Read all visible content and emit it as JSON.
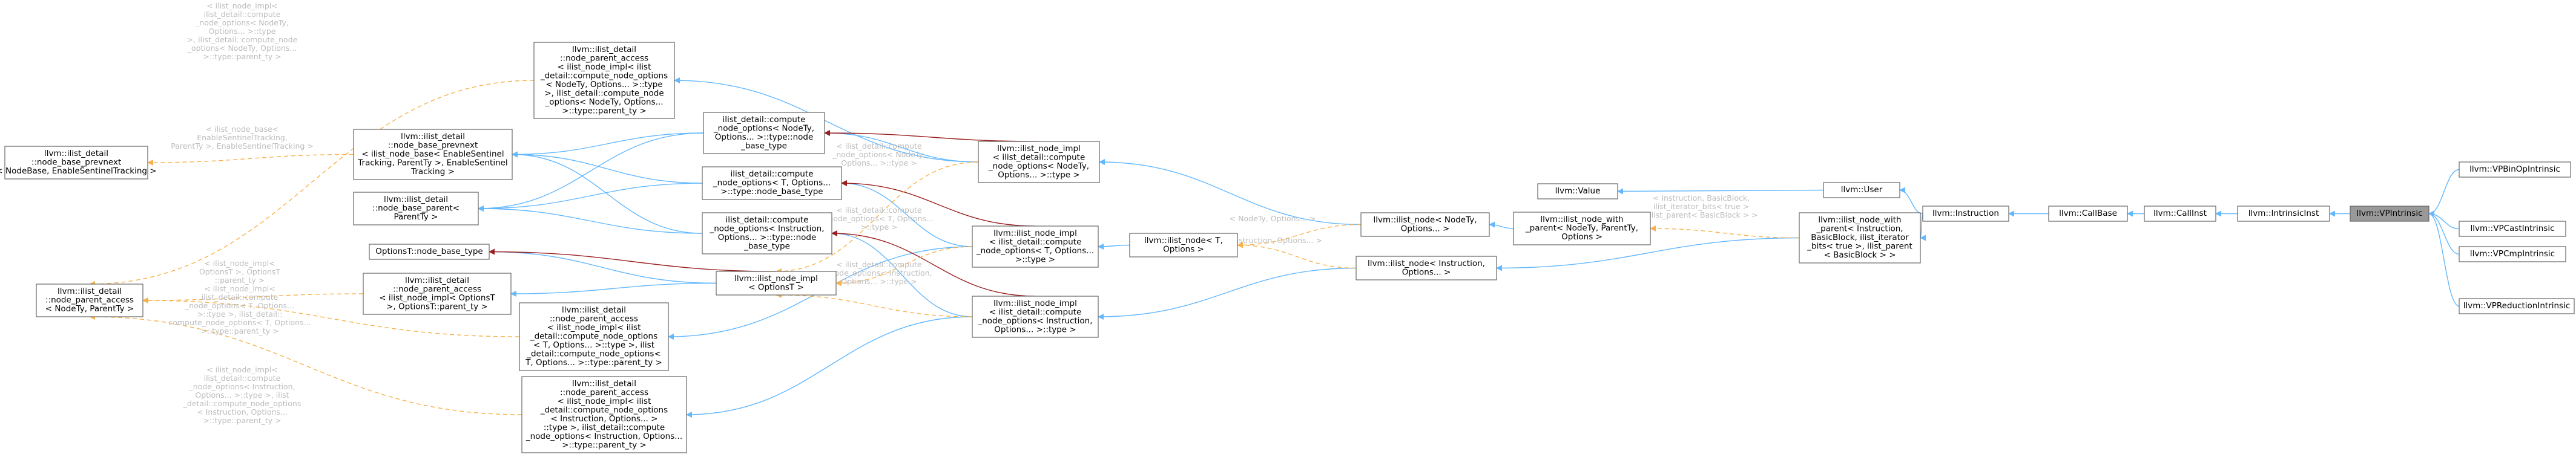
{
  "nodes": {
    "ilist_prevnext": [
      "llvm::ilist_detail",
      "::node_base_prevnext",
      "< NodeBase, EnableSentinelTracking >"
    ],
    "ilist_access": [
      "llvm::ilist_detail",
      "::node_parent_access",
      "< NodeTy, ParentTy >"
    ],
    "node_base_prevnext_full": [
      "llvm::ilist_detail",
      "::node_base_prevnext",
      "< ilist_node_base< EnableSentinel",
      "Tracking, ParentTy >, EnableSentinel",
      "Tracking >"
    ],
    "node_base_parent": [
      "llvm::ilist_detail",
      "::node_base_parent<",
      "ParentTy >"
    ],
    "options_base_type": [
      "OptionsT::node_base_type"
    ],
    "access_optionsT": [
      "llvm::ilist_detail",
      "::node_parent_access",
      "< ilist_node_impl< OptionsT",
      ">, OptionsT::parent_ty >"
    ],
    "access_top": [
      "llvm::ilist_detail",
      "::node_parent_access",
      "< ilist_node_impl< ilist",
      "_detail::compute_node_options",
      "< NodeTy, Options... >::type",
      ">, ilist_detail::compute_node",
      "_options< NodeTy, Options...",
      ">::type::parent_ty >"
    ],
    "access_mid": [
      "llvm::ilist_detail",
      "::node_parent_access",
      "< ilist_node_impl< ilist",
      "_detail::compute_node_options",
      "< T, Options... >::type >, ilist",
      "_detail::compute_node_options<",
      "T, Options... >::type::parent_ty >"
    ],
    "access_bot": [
      "llvm::ilist_detail",
      "::node_parent_access",
      "< ilist_node_impl< ilist",
      "_detail::compute_node_options",
      "< Instruction, Options... >",
      "::type >, ilist_detail::compute",
      "_node_options< Instruction, Options...",
      ">::type::parent_ty >"
    ],
    "compute_nodety": [
      "ilist_detail::compute",
      "_node_options< NodeTy,",
      "Options... >::type::node",
      "_base_type"
    ],
    "compute_T": [
      "ilist_detail::compute",
      "_node_options< T, Options...",
      ">::type::node_base_type"
    ],
    "compute_instr": [
      "ilist_detail::compute",
      "_node_options< Instruction,",
      "Options... >::type::node",
      "_base_type"
    ],
    "node_impl_optionsT": [
      "llvm::ilist_node_impl",
      "< OptionsT >"
    ],
    "node_impl_nodety": [
      "llvm::ilist_node_impl",
      "< ilist_detail::compute",
      "_node_options< NodeTy,",
      "Options... >::type >"
    ],
    "node_impl_T": [
      "llvm::ilist_node_impl",
      "< ilist_detail::compute",
      "_node_options< T, Options...",
      ">::type >"
    ],
    "node_impl_instr": [
      "llvm::ilist_node_impl",
      "< ilist_detail::compute",
      "_node_options< Instruction,",
      "Options... >::type >"
    ],
    "ilist_node_T": [
      "llvm::ilist_node< T,",
      "Options >"
    ],
    "ilist_node_nodety": [
      "llvm::ilist_node< NodeTy,",
      "Options... >"
    ],
    "ilist_node_instr": [
      "llvm::ilist_node< Instruction,",
      "Options... >"
    ],
    "ilist_node_with_parent": [
      "llvm::ilist_node_with",
      "_parent< NodeTy, ParentTy,",
      "Options >"
    ],
    "value": [
      "llvm::Value"
    ],
    "user": [
      "llvm::User"
    ],
    "with_parent_instr": [
      "llvm::ilist_node_with",
      "_parent< Instruction,",
      "BasicBlock, ilist_iterator",
      "_bits< true >, ilist_parent",
      "< BasicBlock > >"
    ],
    "instruction": [
      "llvm::Instruction"
    ],
    "callbase": [
      "llvm::CallBase"
    ],
    "callinst": [
      "llvm::CallInst"
    ],
    "intrinsicinst": [
      "llvm::IntrinsicInst"
    ],
    "vpintrinsic": [
      "llvm::VPIntrinsic"
    ],
    "vpbinop": [
      "llvm::VPBinOpIntrinsic"
    ],
    "vpcast": [
      "llvm::VPCastIntrinsic"
    ],
    "vpcmp": [
      "llvm::VPCmpIntrinsic"
    ],
    "vpreduction": [
      "llvm::VPReductionIntrinsic"
    ]
  },
  "edge_labels": {
    "prevnext_tmpl": [
      "< ilist_node_base<",
      "EnableSentinelTracking,",
      "ParentTy >, EnableSentinelTracking >"
    ],
    "access_top_tmpl": [
      "< ilist_node_impl<",
      "ilist_detail::compute",
      "_node_options< NodeTy,",
      "Options... >::type",
      ">, ilist_detail::compute_node",
      "_options< NodeTy, Options...",
      ">::type::parent_ty >"
    ],
    "access_optionsT_tmpl": [
      "< ilist_node_impl<",
      "OptionsT >, OptionsT",
      "::parent_ty >"
    ],
    "access_mid_tmpl": [
      "< ilist_node_impl<",
      "ilist_detail::compute",
      "_node_options< T, Options...",
      ">::type >, ilist_detail::",
      "compute_node_options< T, Options...",
      ">::type::parent_ty >"
    ],
    "access_bot_tmpl": [
      "< ilist_node_impl<",
      "ilist_detail::compute",
      "_node_options< Instruction,",
      "Options... >::type >, ilist",
      "_detail::compute_node_options",
      "< Instruction, Options...",
      ">::type::parent_ty >"
    ],
    "impl_nodety_tmpl": [
      "< ilist_detail::compute",
      "_node_options< NodeTy,",
      "Options... >::type >"
    ],
    "impl_T_tmpl": [
      "< ilist_detail::compute",
      "_node_options< T, Options...",
      ">::type >"
    ],
    "impl_instr_tmpl": [
      "< ilist_detail::compute",
      "_node_options< Instruction,",
      "Options... >::type >"
    ],
    "node_nodety_tmpl": [
      "< NodeTy, Options... >"
    ],
    "node_instr_tmpl": [
      "< Instruction, Options... >"
    ],
    "with_parent_tmpl": [
      "< Instruction, BasicBlock,",
      "ilist_iterator_bits< true >",
      ", ilist_parent< BasicBlock > >"
    ]
  },
  "colors": {
    "inherit": "#63b8ff",
    "use": "#9a2020",
    "template": "#f7b24d",
    "highlight": "#999999",
    "label": "#bdbdbd"
  }
}
